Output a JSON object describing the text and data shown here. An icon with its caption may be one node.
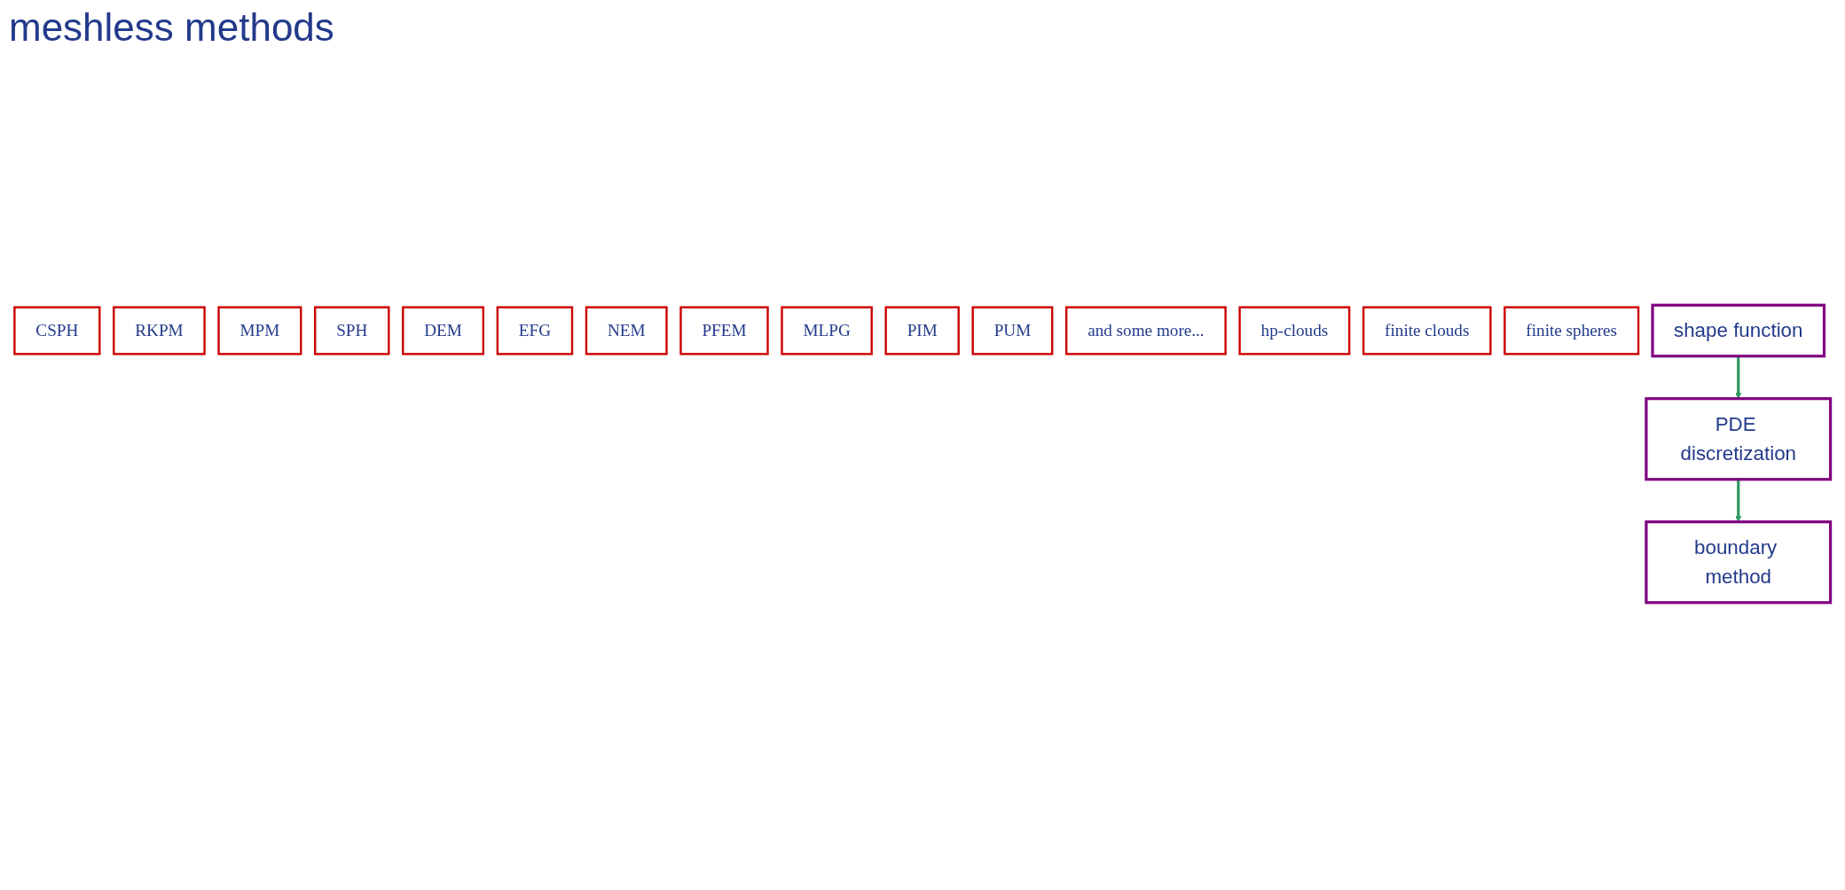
{
  "diagram": {
    "title": "meshless methods",
    "nodes": [
      {
        "text": [
          "CSPH"
        ]
      },
      {
        "text": [
          "RKPM"
        ]
      },
      {
        "text": [
          "MPM"
        ]
      },
      {
        "text": [
          "SPH"
        ]
      },
      {
        "text": [
          "DEM"
        ]
      },
      {
        "text": [
          "EFG"
        ]
      },
      {
        "text": [
          "NEM"
        ]
      },
      {
        "text": [
          "PFEM"
        ]
      },
      {
        "text": [
          "MLPG"
        ]
      },
      {
        "text": [
          "PIM"
        ]
      },
      {
        "text": [
          "PUM"
        ]
      },
      {
        "text": [
          "and some more..."
        ]
      },
      {
        "text": [
          "hp-clouds"
        ]
      },
      {
        "text": [
          "finite clouds"
        ]
      },
      {
        "text": [
          "finite spheres"
        ]
      },
      {
        "text": [
          "shape function"
        ]
      },
      {
        "text": [
          "PDE discretization"
        ]
      },
      {
        "text": [
          "boundary method"
        ]
      }
    ],
    "edges": [
      {
        "from": 15,
        "to": 16,
        "arrow": "to"
      },
      {
        "from": 16,
        "to": 17,
        "arrow": "to"
      }
    ]
  }
}
